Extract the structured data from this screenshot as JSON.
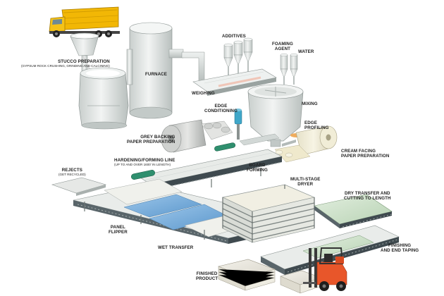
{
  "labels": {
    "stucco": {
      "line1": "STUCCO PREPARATION",
      "sub": "(GYPSUM ROCK CRUSHING, GRINDING AND CALCINING)"
    },
    "furnace": "FURNACE",
    "additives": "ADDITIVES",
    "foaming_agent": {
      "line1": "FOAMING",
      "line2": "AGENT"
    },
    "water": "WATER",
    "weighing": "WEIGHING",
    "mixing": "MIXING",
    "edge_conditioning": {
      "line1": "EDGE",
      "line2": "CONDITIONING"
    },
    "edge_profiling": {
      "line1": "EDGE",
      "line2": "PROFILING"
    },
    "grey_backing": {
      "line1": "GREY BACKING",
      "line2": "PAPER PREPARATION"
    },
    "cream_facing": {
      "line1": "CREAM FACING",
      "line2": "PAPER PREPARATION"
    },
    "hardening": {
      "line1": "HARDENING/FORMING LINE",
      "sub": "(UP TO AND OVER 1600' IN LENGTH)"
    },
    "board_forming": {
      "line1": "BOARD",
      "line2": "FORMING"
    },
    "rejects": {
      "line1": "REJECTS",
      "sub": "(GET RECYCLED)"
    },
    "dryer": {
      "line1": "MULTI-STAGE",
      "line2": "DRYER"
    },
    "dry_transfer": {
      "line1": "DRY TRANSFER AND",
      "line2": "CUTTING TO LENGTH"
    },
    "panel_flipper": {
      "line1": "PANEL",
      "line2": "FLIPPER"
    },
    "wet_transfer": "WET TRANSFER",
    "finishing": {
      "line1": "FINISHING",
      "line2": "AND END TAPING"
    },
    "finished_product": {
      "line1": "FINISHED",
      "line2": "PRODUCT"
    }
  },
  "colors": {
    "truck_body": "#f2b705",
    "truck_cab": "#f5c218",
    "forklift": "#e8562a",
    "conveyor_dark": "#3f4a4f",
    "roller_green": "#2f8f6e",
    "board_blue": "#6fa8d8",
    "board_green": "#c9dfc6",
    "equipment_light": "#e4e8e6",
    "equipment_mid": "#c5cbc9"
  }
}
